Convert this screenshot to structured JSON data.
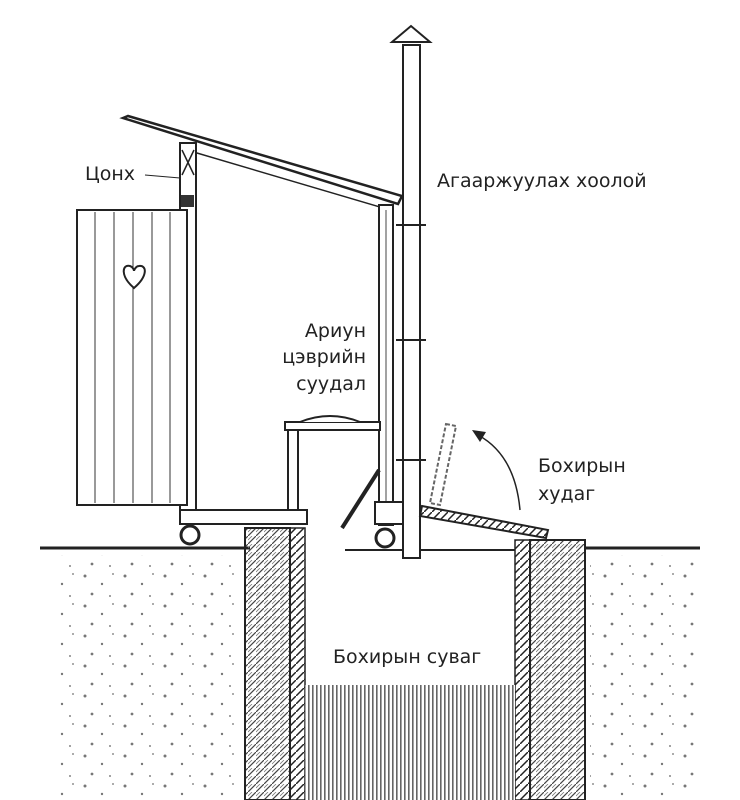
{
  "labels": {
    "window": "Цонх",
    "vent_pipe": "Агааржуулах хоолой",
    "toilet_seat": [
      "Ариун",
      "цэврийн",
      "суудал"
    ],
    "sewage_lid": [
      "Бохирын",
      "худаг"
    ],
    "sewage_pit": "Бохирын суваг"
  },
  "colors": {
    "ink": "#222222",
    "hatch": "#555555"
  }
}
